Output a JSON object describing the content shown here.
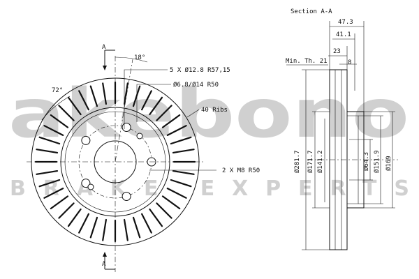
{
  "section_title": "Section A-A",
  "section_marker": "A",
  "watermark": {
    "brand": "akebono",
    "tagline": "BRAKE EXPERTS"
  },
  "front_view": {
    "angle_top": "18°",
    "angle_left": "72°",
    "bolt_holes": "5 X Ø12.8 R57,15",
    "pilot_holes": "Ø6.8/Ø14 R50",
    "ribs": "40 Ribs",
    "threads": "2 X M8 R50"
  },
  "section_view": {
    "dims_top": [
      "47.3",
      "41.1",
      "23",
      "8"
    ],
    "min_th_label": "Min. Th. 21",
    "diameters": [
      "Ø281.7",
      "Ø171.7",
      "Ø141.2",
      "Ø64.3",
      "Ø151.9",
      "Ø169"
    ]
  }
}
